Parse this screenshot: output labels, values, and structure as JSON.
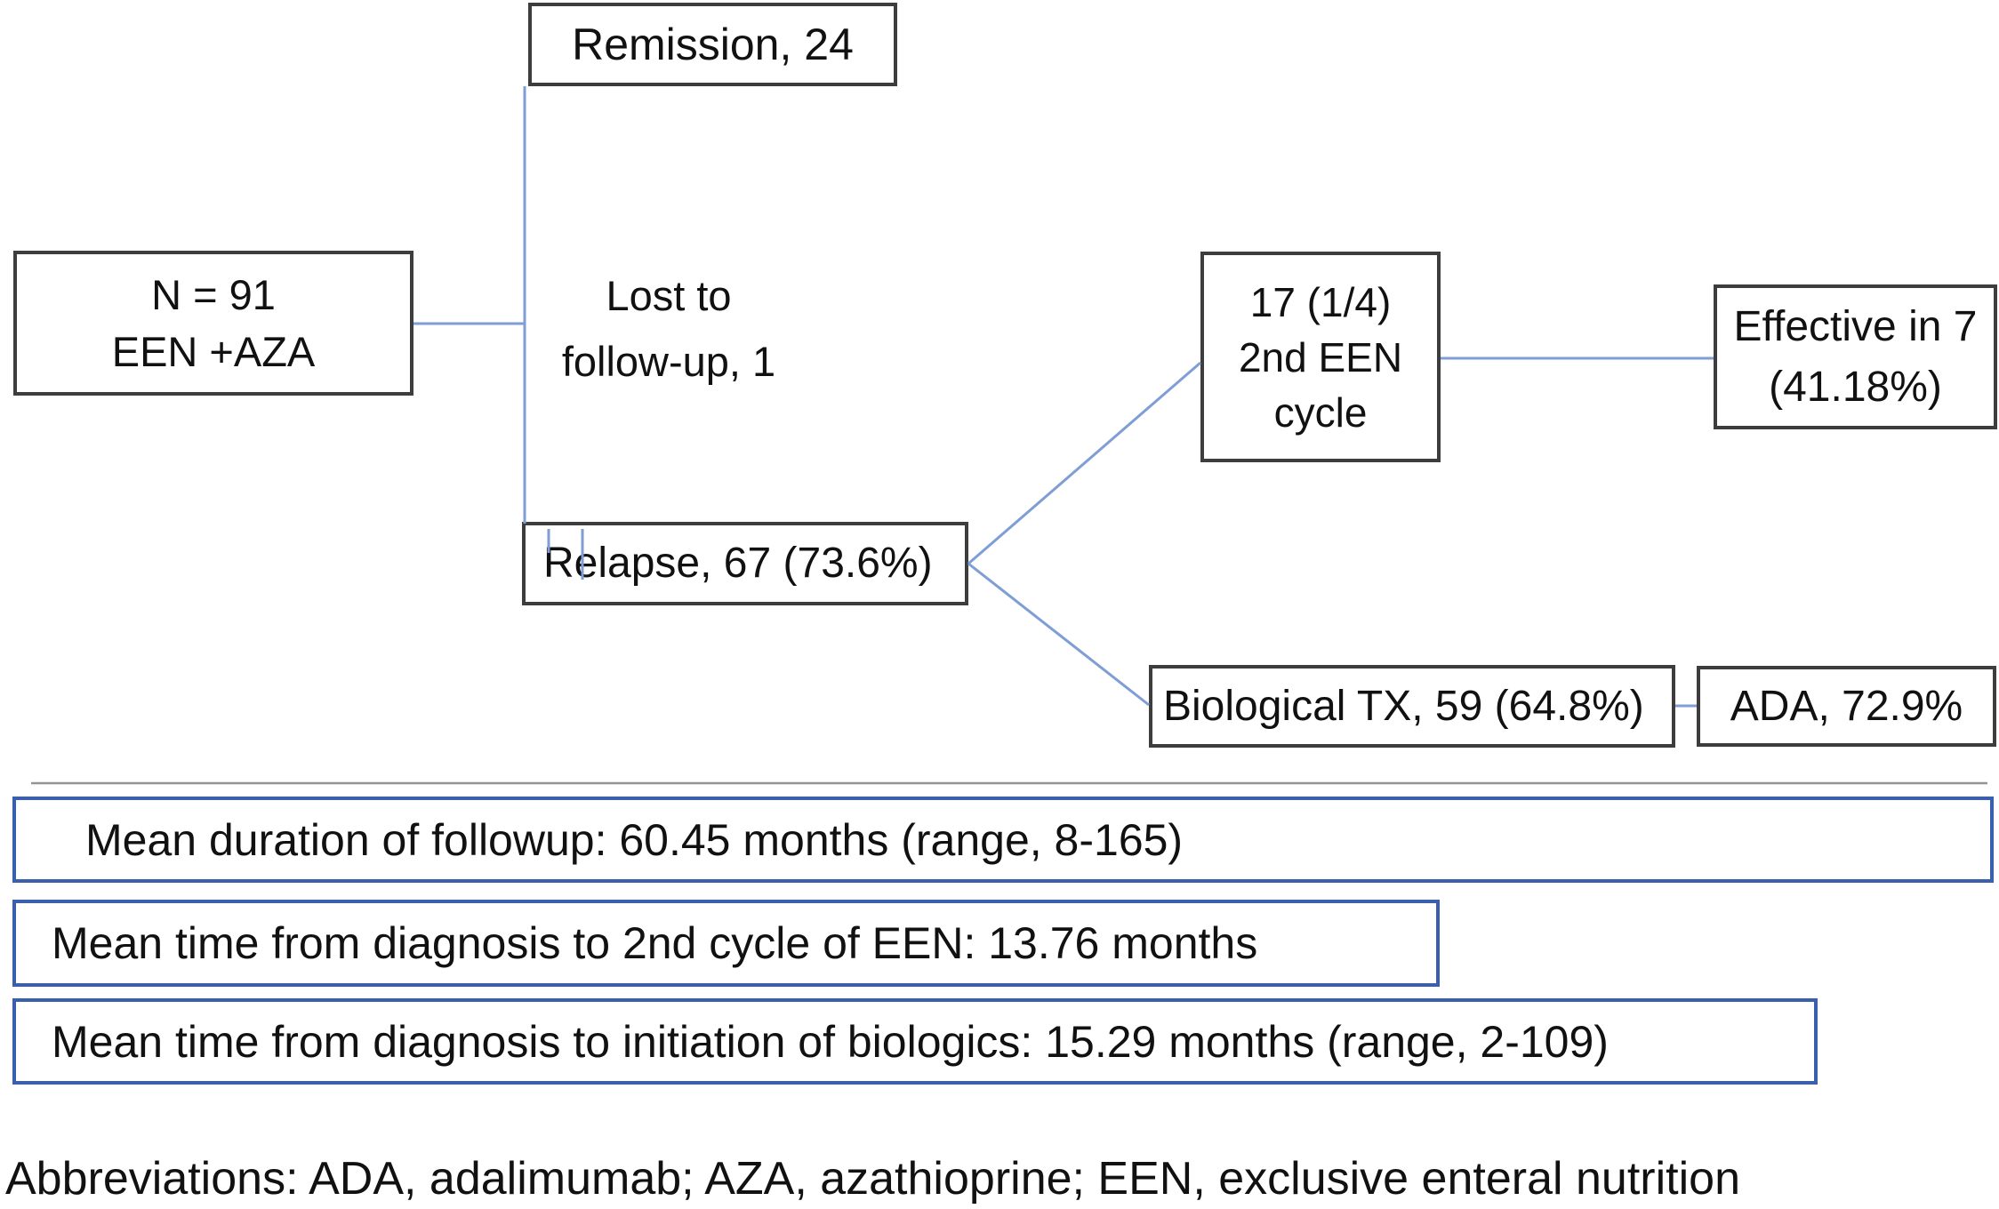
{
  "colors": {
    "connector_blue": "#7e9ed5",
    "bar_border_blue": "#3a5fad",
    "box_border_gray": "#3d3d3d",
    "text_black": "#111111"
  },
  "flowchart": {
    "root_box": {
      "line1": "N = 91",
      "line2": "EEN +AZA"
    },
    "remission_box": {
      "label": "Remission, 24"
    },
    "lost_label": {
      "line1": "Lost to",
      "line2": "follow-up, 1"
    },
    "relapse_box": {
      "label": "Relapse, 67 (73.6%)"
    },
    "second_een_box": {
      "line1": "17 (1/4)",
      "line2": "2nd EEN",
      "line3": "cycle"
    },
    "effective_box": {
      "line1": "Effective in 7",
      "line2": "(41.18%)"
    },
    "biologic_box": {
      "label": "Biological TX, 59 (64.8%)"
    },
    "ada_box": {
      "label": "ADA, 72.9%"
    }
  },
  "summary_bars": [
    "Mean duration of followup: 60.45 months (range, 8-165)",
    "Mean time from diagnosis to 2nd cycle of EEN: 13.76 months",
    "Mean time from diagnosis to initiation of biologics: 15.29 months (range, 2-109)"
  ],
  "footnote": "Abbreviations: ADA, adalimumab; AZA, azathioprine; EEN, exclusive enteral nutrition"
}
